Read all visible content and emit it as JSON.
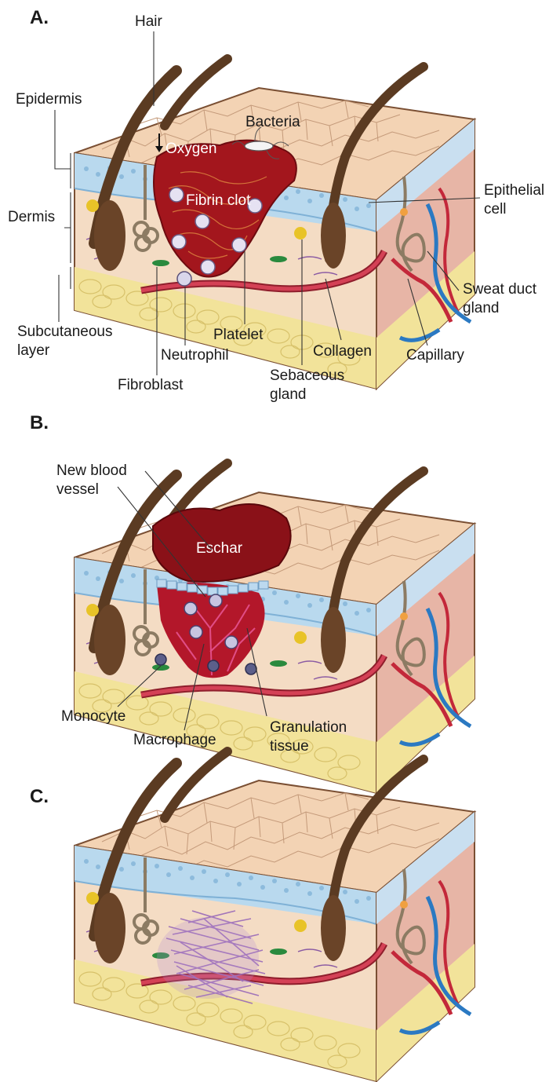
{
  "panels": [
    {
      "id": "A",
      "label": "A."
    },
    {
      "id": "B",
      "label": "B."
    },
    {
      "id": "C",
      "label": "C."
    }
  ],
  "labels": {
    "hair": "Hair",
    "epidermis": "Epidermis",
    "dermis": "Dermis",
    "subcutaneous_1": "Subcutaneous",
    "subcutaneous_2": "layer",
    "bacteria": "Bacteria",
    "oxygen": "Oxygen",
    "fibrin_clot": "Fibrin clot",
    "epithelial_1": "Epithelial",
    "epithelial_2": "cell",
    "sweat_1": "Sweat duct",
    "sweat_2": "gland",
    "platelet": "Platelet",
    "neutrophil": "Neutrophil",
    "collagen": "Collagen",
    "capillary": "Capillary",
    "fibroblast": "Fibroblast",
    "sebaceous_1": "Sebaceous",
    "sebaceous_2": "gland",
    "new_vessel_1": "New blood",
    "new_vessel_2": "vessel",
    "eschar": "Eschar",
    "monocyte": "Monocyte",
    "macrophage": "Macrophage",
    "granulation_1": "Granulation",
    "granulation_2": "tissue"
  },
  "colors": {
    "skin_top": "#f3d3b4",
    "skin_line": "#b98a6a",
    "epidermis": "#b9d9ee",
    "dermis": "#f4dcc4",
    "fat": "#f2e39a",
    "side": "#e7b5a6",
    "clot": "#a3161d",
    "vessel_red": "#c3283a",
    "vessel_blue": "#2b79c2",
    "hair": "#5b3b22",
    "scar": "#9a6ab8"
  }
}
